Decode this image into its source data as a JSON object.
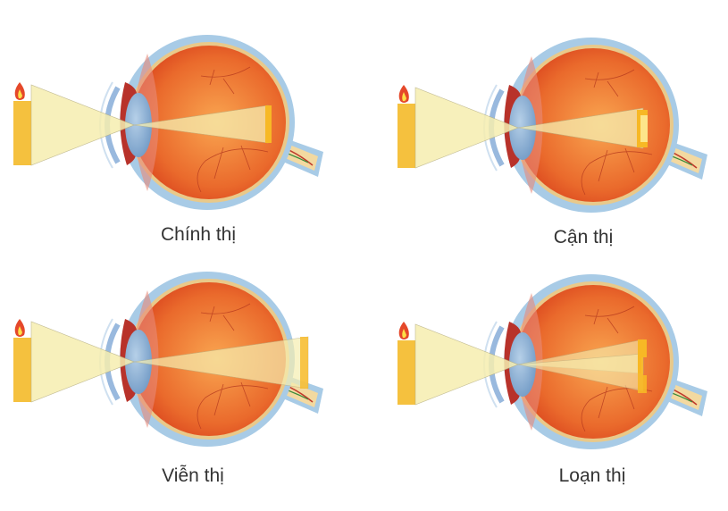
{
  "panels": [
    {
      "label": "Chính thị",
      "condition": "normal"
    },
    {
      "label": "Cận thị",
      "condition": "myopia"
    },
    {
      "label": "Viễn thị",
      "condition": "hyperopia"
    },
    {
      "label": "Loạn thị",
      "condition": "astigmatism"
    }
  ],
  "colors": {
    "sclera": "#a8cbe6",
    "eyeball_center": "#f9a550",
    "eyeball_edge": "#d9431d",
    "lens": "#8fb4d8",
    "light_cone": "#f6eeb0",
    "candle": "#f5c13e",
    "image": "#f7b825",
    "label": "#333333"
  }
}
